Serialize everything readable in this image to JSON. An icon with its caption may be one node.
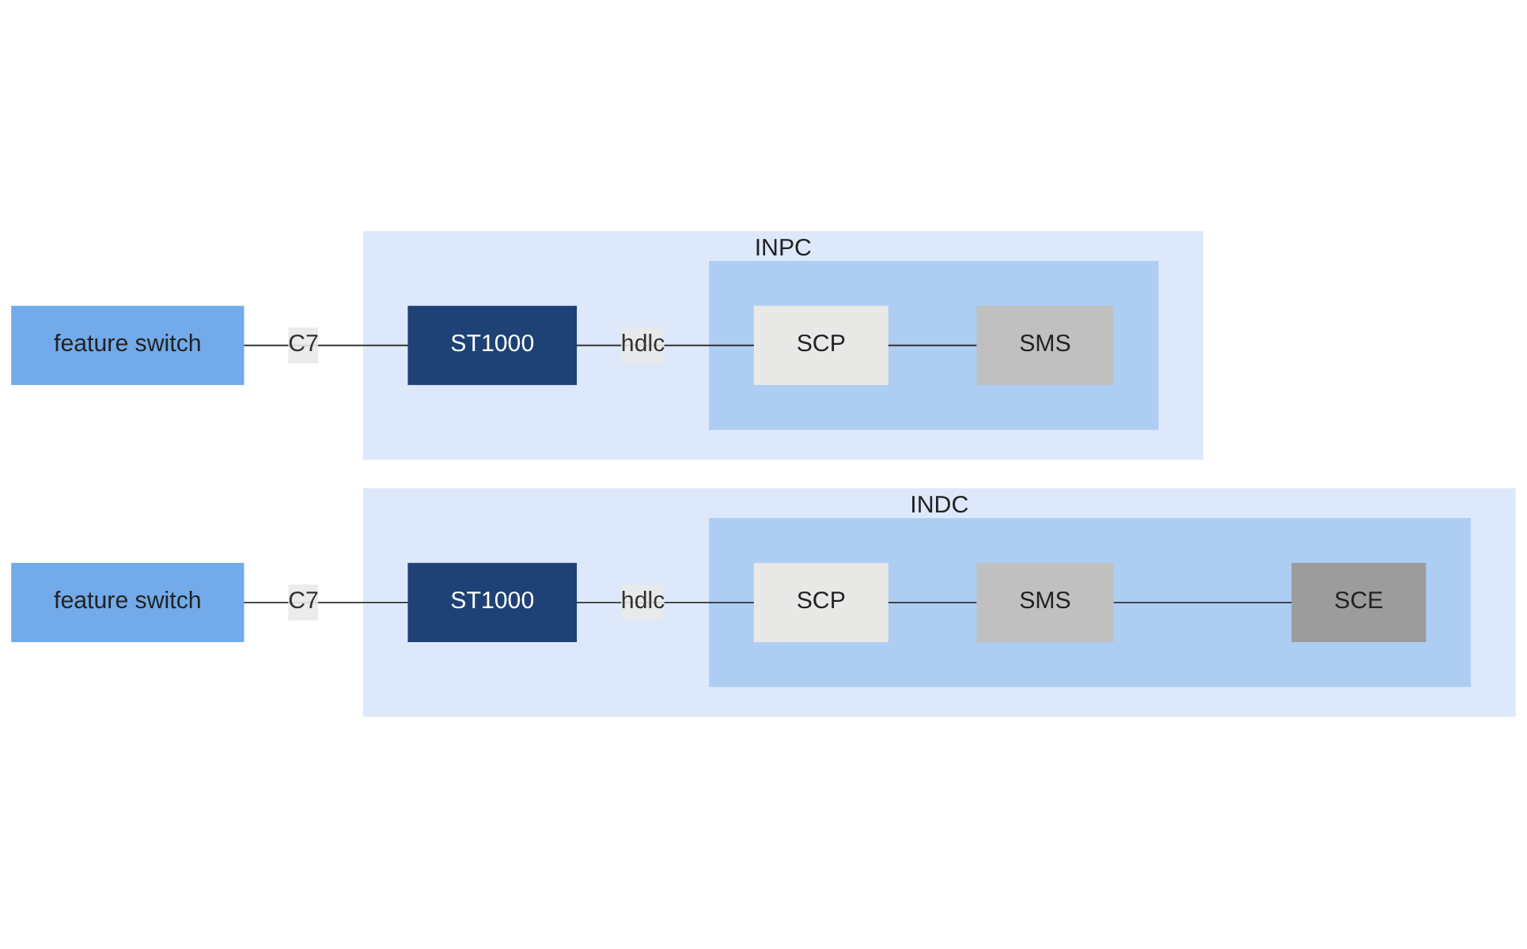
{
  "diagram": {
    "nodes": [
      {
        "text": [
          "feature switch"
        ]
      },
      {
        "text": [
          "INPC"
        ]
      },
      {
        "text": [
          "ST1000"
        ],
        "in": 1
      },
      {
        "text": [],
        "shape": "box",
        "in": 1
      },
      {
        "text": [
          "SCP"
        ],
        "in": 3
      },
      {
        "text": [
          "SMS"
        ],
        "in": 3
      },
      {
        "text": [
          "feature switch"
        ]
      },
      {
        "text": [
          "INDC"
        ]
      },
      {
        "text": [
          "ST1000"
        ],
        "in": 7
      },
      {
        "text": [],
        "shape": "box",
        "in": 7
      },
      {
        "text": [
          "SCP"
        ],
        "in": 9
      },
      {
        "text": [
          "SMS"
        ],
        "in": 9
      },
      {
        "text": [
          "SCE"
        ],
        "in": 9
      }
    ],
    "edges": [
      {
        "from": 0,
        "to": 2,
        "arrow": "none",
        "label": "C7"
      },
      {
        "from": 2,
        "to": 4,
        "arrow": "none",
        "label": "hdlc"
      },
      {
        "from": 4,
        "to": 5,
        "arrow": "none"
      },
      {
        "from": 6,
        "to": 8,
        "arrow": "none",
        "label": "C7"
      },
      {
        "from": 8,
        "to": 10,
        "arrow": "none",
        "label": "hdlc"
      },
      {
        "from": 10,
        "to": 11,
        "arrow": "none"
      },
      {
        "from": 11,
        "to": 12,
        "arrow": "none"
      }
    ]
  }
}
